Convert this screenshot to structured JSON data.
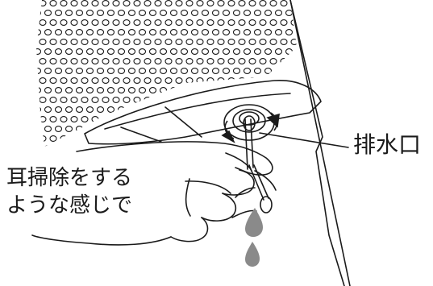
{
  "figure": {
    "instruction_lines": [
      "耳掃除をする",
      "ような感じで"
    ],
    "drain_label": "排水口",
    "colors": {
      "line": "#1a1a1a",
      "water_drop": "#8a8a8a",
      "background": "#ffffff"
    },
    "icons": {
      "rotation_arrows": "circular-arrow-icon",
      "water_drops": "water-drop-icon"
    }
  }
}
